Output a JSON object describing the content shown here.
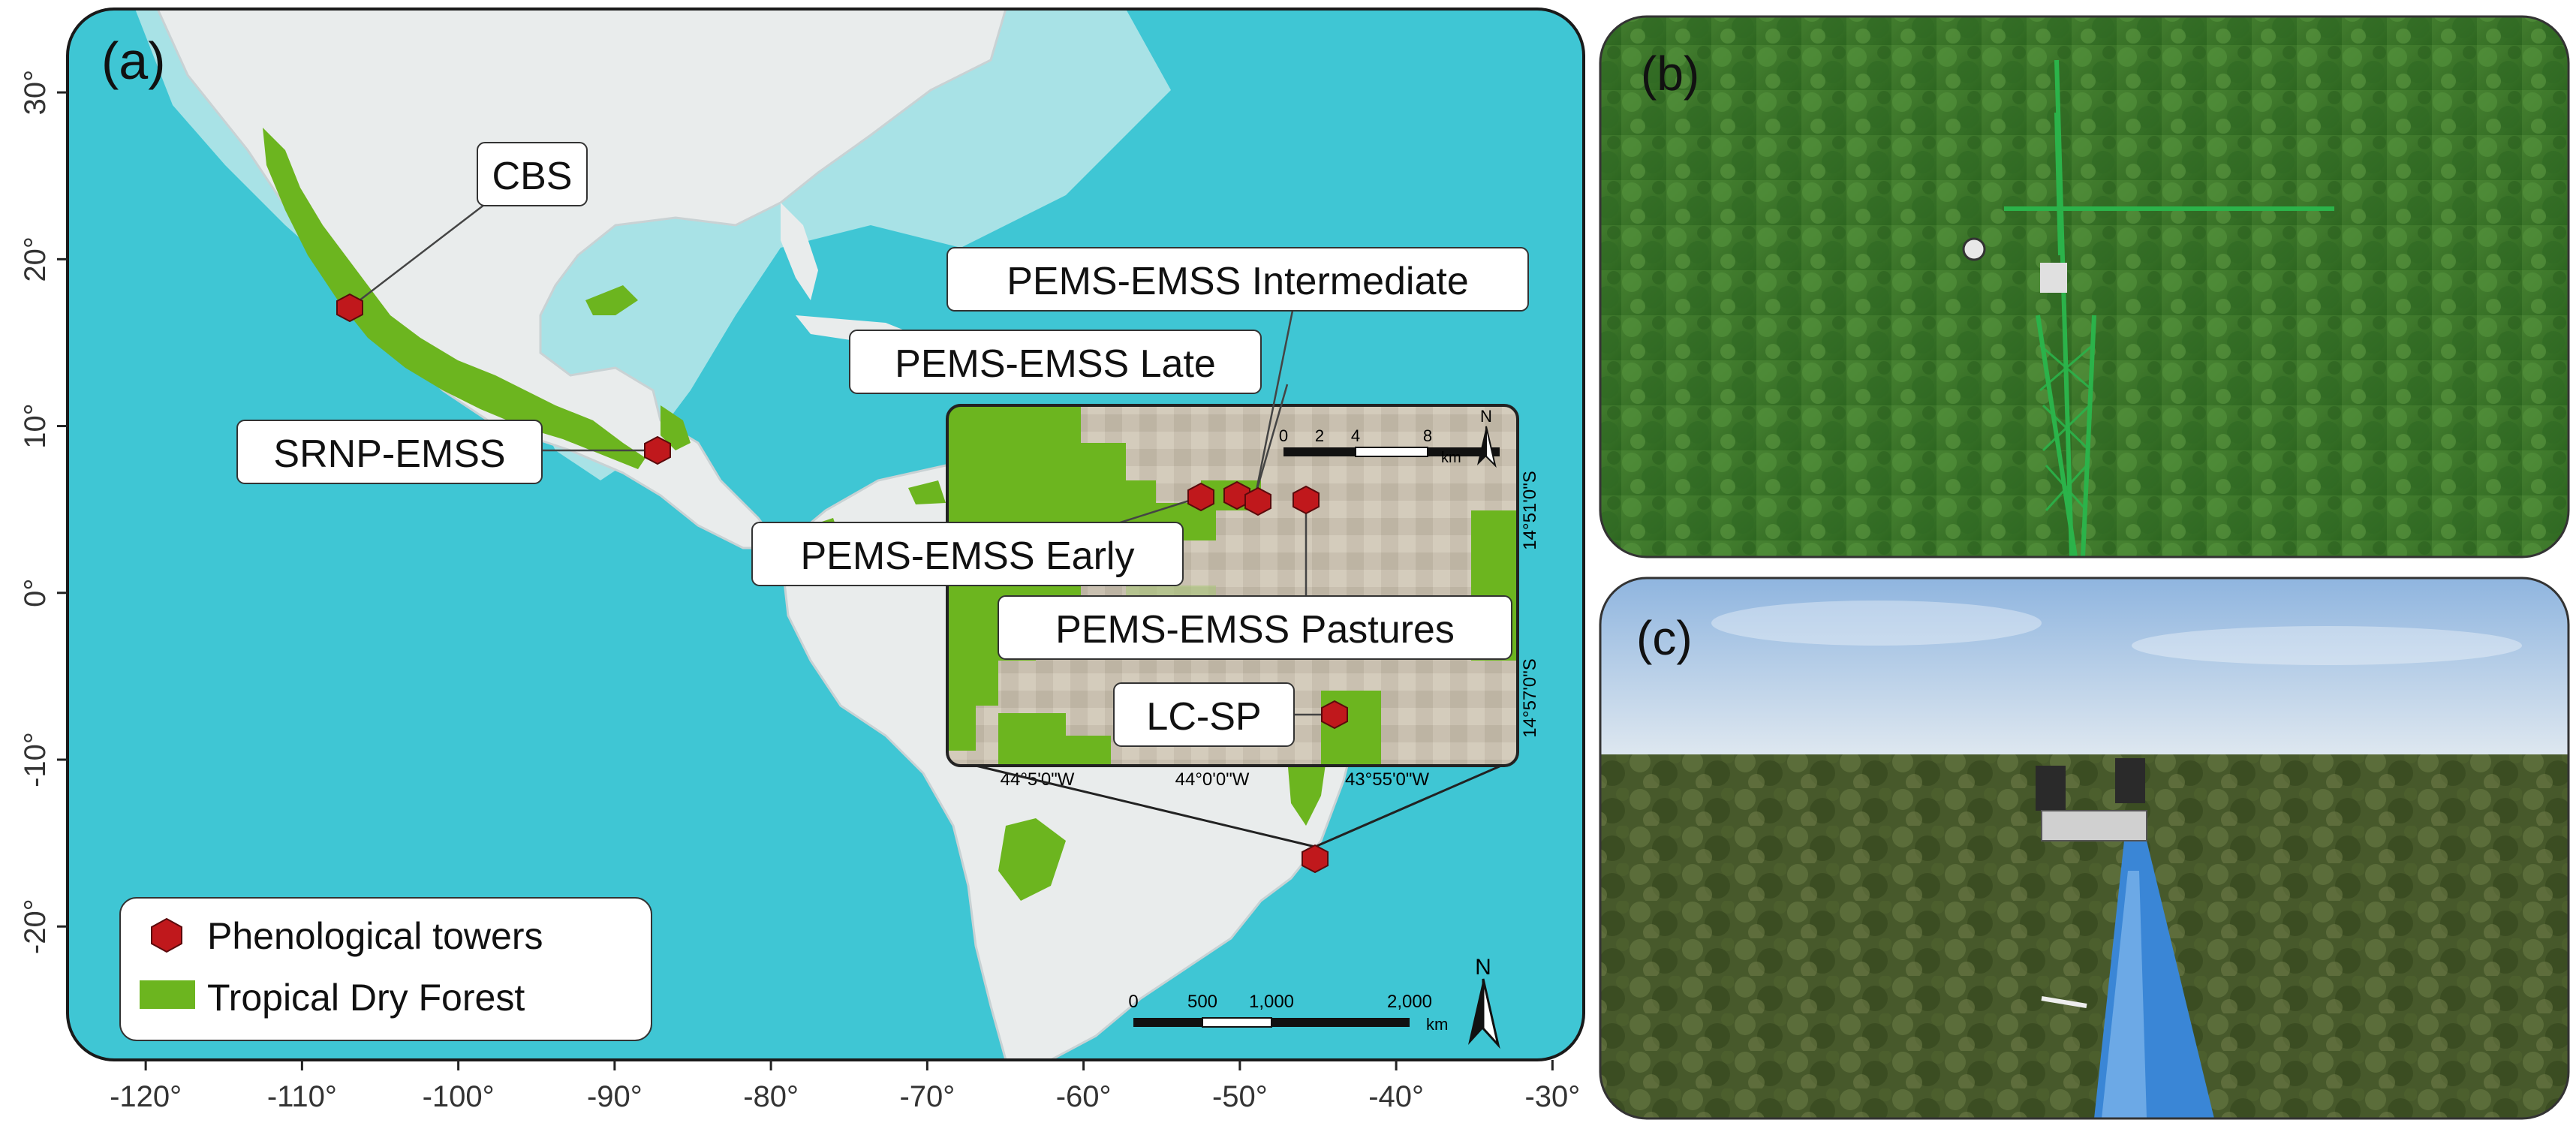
{
  "panel_a": {
    "label": "(a)",
    "x_axis_ticks": [
      "-120°",
      "-110°",
      "-100°",
      "-90°",
      "-80°",
      "-70°",
      "-60°",
      "-50°",
      "-40°",
      "-30°"
    ],
    "y_axis_ticks": [
      "30°",
      "20°",
      "10°",
      "0°",
      "-10°",
      "-20°"
    ],
    "sites": [
      {
        "name": "CBS",
        "lon": -105,
        "lat": 19.5
      },
      {
        "name": "SRNP-EMSS",
        "lon": -85.6,
        "lat": 10.8
      },
      {
        "name": "PEMS-EMSS Pastures"
      },
      {
        "name": "PEMS-EMSS Intermediate"
      },
      {
        "name": "PEMS-EMSS Late"
      },
      {
        "name": "PEMS-EMSS Early"
      },
      {
        "name": "LC-SP"
      }
    ],
    "inset": {
      "x_ticks": [
        "44°5'0\"W",
        "44°0'0\"W",
        "43°55'0\"W"
      ],
      "y_ticks": [
        "14°51'0\"S",
        "14°57'0\"S"
      ],
      "scale_ticks": [
        "0",
        "2",
        "4",
        "8"
      ],
      "scale_unit": "km",
      "north": "N"
    },
    "legend": {
      "tower_label": "Phenological towers",
      "forest_label": "Tropical Dry Forest"
    },
    "scale_bar": {
      "ticks": [
        "0",
        "500",
        "1,000",
        "2,000"
      ],
      "unit": "km"
    },
    "north": "N",
    "colors": {
      "ocean": "#3fc6d4",
      "shelf": "#a8e2e6",
      "land": "#e9ecec",
      "forest": "#6cb51f",
      "tower": "#c0181c"
    }
  },
  "panel_b": {
    "label": "(b)"
  },
  "panel_c": {
    "label": "(c)"
  }
}
